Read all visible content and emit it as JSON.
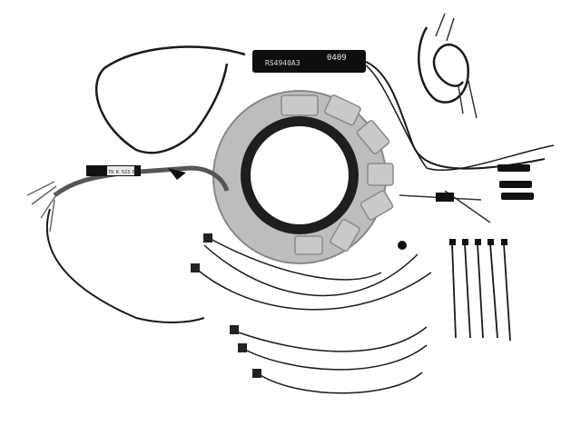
{
  "image": {
    "description": "Grayscale product photo of an outboard stator kit with regulator module, connectors, wire harness and zip ties",
    "colors": {
      "background": "#ffffff",
      "stator": "#bdbdbd",
      "wire": "#1a1a1a",
      "tie": "#222222"
    }
  },
  "labels": {
    "regulator_part": "RS4940A3",
    "regulator_code": "0409",
    "harness_sleeve": "79 K 523 BS"
  },
  "parts": [
    {
      "name": "stator"
    },
    {
      "name": "regulator-module"
    },
    {
      "name": "wire-harness"
    },
    {
      "name": "connector-sleeves",
      "count": 3
    },
    {
      "name": "zip-ties-long",
      "count": 5
    },
    {
      "name": "zip-ties-short",
      "count": 5
    }
  ]
}
